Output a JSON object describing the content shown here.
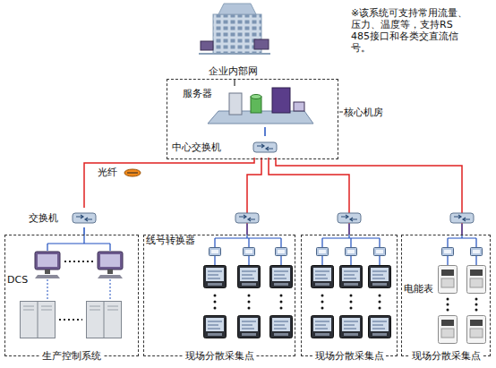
{
  "diagram": {
    "nodes": [
      {
        "text": [
          "企业内部网"
        ]
      },
      {
        "text": [
          "核心机房"
        ]
      },
      {
        "text": [
          "服务器"
        ],
        "in": 1
      },
      {
        "text": [
          "中心交换机"
        ],
        "in": 1
      },
      {
        "text": [
          "交换机"
        ]
      },
      {
        "text": [
          "生产控制系统"
        ]
      },
      {
        "text": [
          "现场分散采集点"
        ]
      },
      {
        "text": [
          "现场分散采集点"
        ]
      },
      {
        "text": [
          "现场分散采集点"
        ]
      }
    ],
    "edges": [
      {
        "from": 0,
        "to": 2,
        "arrow": "none"
      },
      {
        "from": 2,
        "to": 3,
        "arrow": "none"
      },
      {
        "from": 3,
        "to": 4,
        "label": "光纤",
        "arrow": "none"
      },
      {
        "from": 3,
        "to": 6,
        "arrow": "none"
      },
      {
        "from": 3,
        "to": 7,
        "arrow": "none"
      },
      {
        "from": 3,
        "to": 8,
        "arrow": "none"
      },
      {
        "from": 4,
        "to": 5,
        "arrow": "none"
      }
    ],
    "labels": [
      "※该系统可支持常用流量、压力、温度等，支持RS 485接口和各类交直流信号。",
      "线号转换器",
      "DCS",
      "电能表"
    ]
  }
}
